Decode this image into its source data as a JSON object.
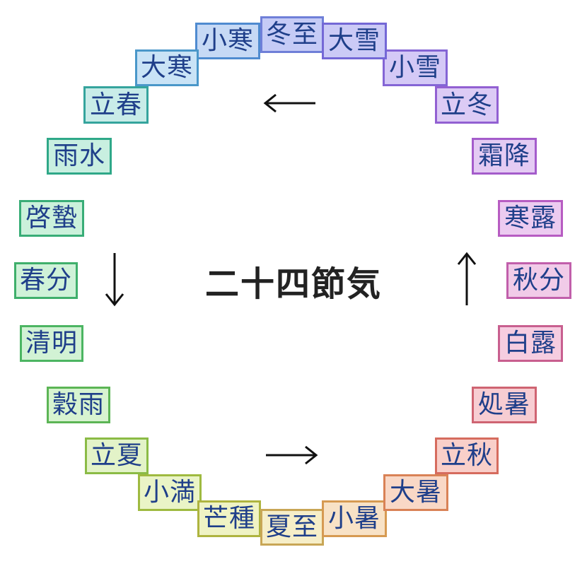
{
  "title": "二十四節気",
  "terms": [
    {
      "label": "冬至",
      "bg": "#c5cbf6",
      "border": "#6f7fd8"
    },
    {
      "label": "小寒",
      "bg": "#c6d9f5",
      "border": "#4f8bd0"
    },
    {
      "label": "大寒",
      "bg": "#c9e3f6",
      "border": "#4a97c9"
    },
    {
      "label": "立春",
      "bg": "#c8ece8",
      "border": "#35a49d"
    },
    {
      "label": "雨水",
      "bg": "#c8efe0",
      "border": "#2fa888"
    },
    {
      "label": "啓蟄",
      "bg": "#cbf1db",
      "border": "#38ad77"
    },
    {
      "label": "春分",
      "bg": "#cff2d8",
      "border": "#3faf6b"
    },
    {
      "label": "清明",
      "bg": "#d2f2d4",
      "border": "#4cb562"
    },
    {
      "label": "穀雨",
      "bg": "#d7f3d0",
      "border": "#5cb555"
    },
    {
      "label": "立夏",
      "bg": "#e3f3c8",
      "border": "#8bbb46"
    },
    {
      "label": "小満",
      "bg": "#eaf4c6",
      "border": "#9fba40"
    },
    {
      "label": "芒種",
      "bg": "#eff3c4",
      "border": "#aeb43f"
    },
    {
      "label": "夏至",
      "bg": "#f6eec8",
      "border": "#c8a656"
    },
    {
      "label": "小暑",
      "bg": "#f8e2c6",
      "border": "#d69a52"
    },
    {
      "label": "大暑",
      "bg": "#f9d8c6",
      "border": "#d98256"
    },
    {
      "label": "立秋",
      "bg": "#f9cfc9",
      "border": "#d66c5e"
    },
    {
      "label": "処暑",
      "bg": "#f7cdd2",
      "border": "#cf6472"
    },
    {
      "label": "白露",
      "bg": "#f6cde0",
      "border": "#c85f8f"
    },
    {
      "label": "秋分",
      "bg": "#f1cbe8",
      "border": "#c15fab"
    },
    {
      "label": "寒露",
      "bg": "#eccbf0",
      "border": "#b75cc2"
    },
    {
      "label": "霜降",
      "bg": "#e4cbf3",
      "border": "#a45ccb"
    },
    {
      "label": "立冬",
      "bg": "#dccbf5",
      "border": "#9260d2"
    },
    {
      "label": "小雪",
      "bg": "#d4c9f6",
      "border": "#8465d5"
    },
    {
      "label": "大雪",
      "bg": "#cbcaf6",
      "border": "#7468d6"
    }
  ],
  "arrows": [
    {
      "direction": "left",
      "glyph": "←"
    },
    {
      "direction": "down",
      "glyph": "↓"
    },
    {
      "direction": "right",
      "glyph": "→"
    },
    {
      "direction": "up",
      "glyph": "↑"
    }
  ]
}
